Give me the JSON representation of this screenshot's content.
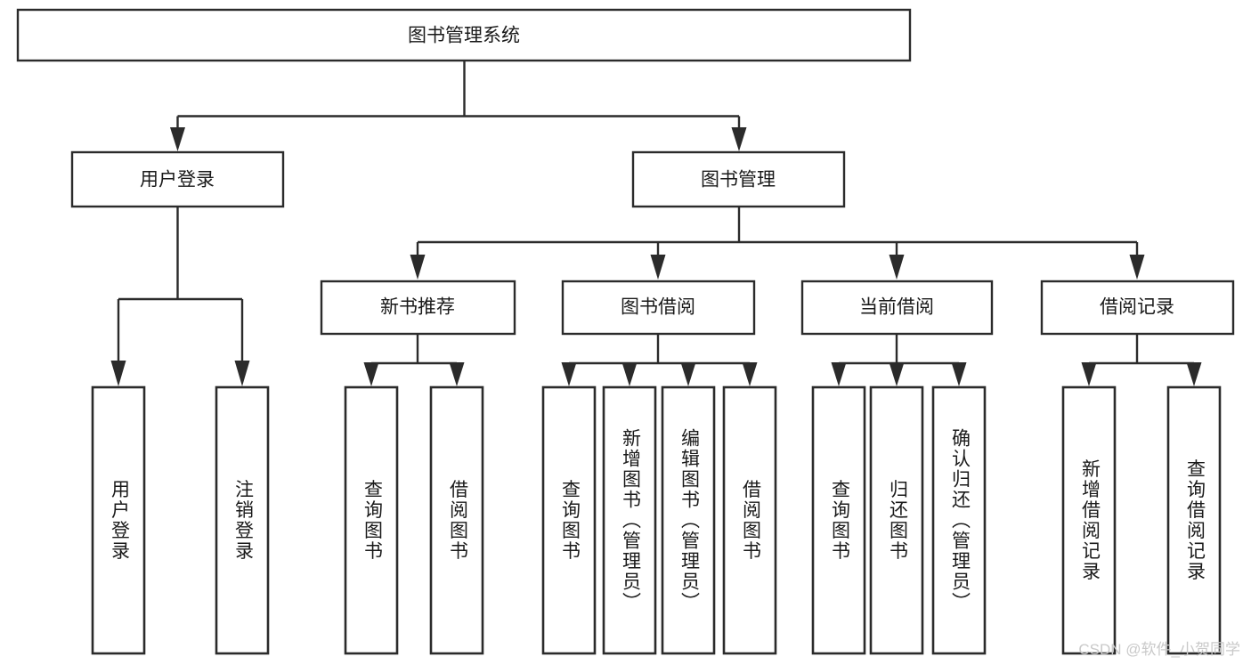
{
  "diagram": {
    "type": "tree-hierarchy-flowchart",
    "title": "图书管理系统",
    "orientation": "top-down",
    "colors": {
      "box_stroke": "#2b2b2b",
      "box_fill": "#ffffff",
      "text": "#1a1a1a",
      "edge": "#2b2b2b",
      "background": "#ffffff",
      "watermark": "#c9c9c9"
    },
    "levels": [
      {
        "level": 1,
        "nodes": [
          {
            "id": "root",
            "label": "图书管理系统",
            "orientation": "horizontal"
          }
        ]
      },
      {
        "level": 2,
        "nodes": [
          {
            "id": "login",
            "label": "用户登录",
            "orientation": "horizontal",
            "parent": "root"
          },
          {
            "id": "bookmgmt",
            "label": "图书管理",
            "orientation": "horizontal",
            "parent": "root"
          }
        ]
      },
      {
        "level": 3,
        "nodes": [
          {
            "id": "newbook",
            "label": "新书推荐",
            "orientation": "horizontal",
            "parent": "bookmgmt"
          },
          {
            "id": "borrow",
            "label": "图书借阅",
            "orientation": "horizontal",
            "parent": "bookmgmt"
          },
          {
            "id": "current",
            "label": "当前借阅",
            "orientation": "horizontal",
            "parent": "bookmgmt"
          },
          {
            "id": "records",
            "label": "借阅记录",
            "orientation": "horizontal",
            "parent": "bookmgmt"
          }
        ]
      },
      {
        "level": 4,
        "nodes": [
          {
            "id": "leaf1",
            "label": "用户登录",
            "orientation": "vertical",
            "parent": "login"
          },
          {
            "id": "leaf2",
            "label": "注销登录",
            "orientation": "vertical",
            "parent": "login"
          },
          {
            "id": "leaf3",
            "label": "查询图书",
            "orientation": "vertical",
            "parent": "newbook"
          },
          {
            "id": "leaf4",
            "label": "借阅图书",
            "orientation": "vertical",
            "parent": "newbook"
          },
          {
            "id": "leaf5",
            "label": "查询图书",
            "orientation": "vertical",
            "parent": "borrow"
          },
          {
            "id": "leaf6",
            "label": "新增图书（管理员）",
            "orientation": "vertical",
            "parent": "borrow"
          },
          {
            "id": "leaf7",
            "label": "编辑图书（管理员）",
            "orientation": "vertical",
            "parent": "borrow"
          },
          {
            "id": "leaf8",
            "label": "借阅图书",
            "orientation": "vertical",
            "parent": "borrow"
          },
          {
            "id": "leaf9",
            "label": "查询图书",
            "orientation": "vertical",
            "parent": "current"
          },
          {
            "id": "leaf10",
            "label": "归还图书",
            "orientation": "vertical",
            "parent": "current"
          },
          {
            "id": "leaf11",
            "label": "确认归还（管理员）",
            "orientation": "vertical",
            "parent": "current"
          },
          {
            "id": "leaf12",
            "label": "新增借阅记录",
            "orientation": "vertical",
            "parent": "records"
          },
          {
            "id": "leaf13",
            "label": "查询借阅记录",
            "orientation": "vertical",
            "parent": "records"
          }
        ]
      }
    ]
  },
  "watermark": {
    "text": "CSDN @软件_小贺同学"
  }
}
